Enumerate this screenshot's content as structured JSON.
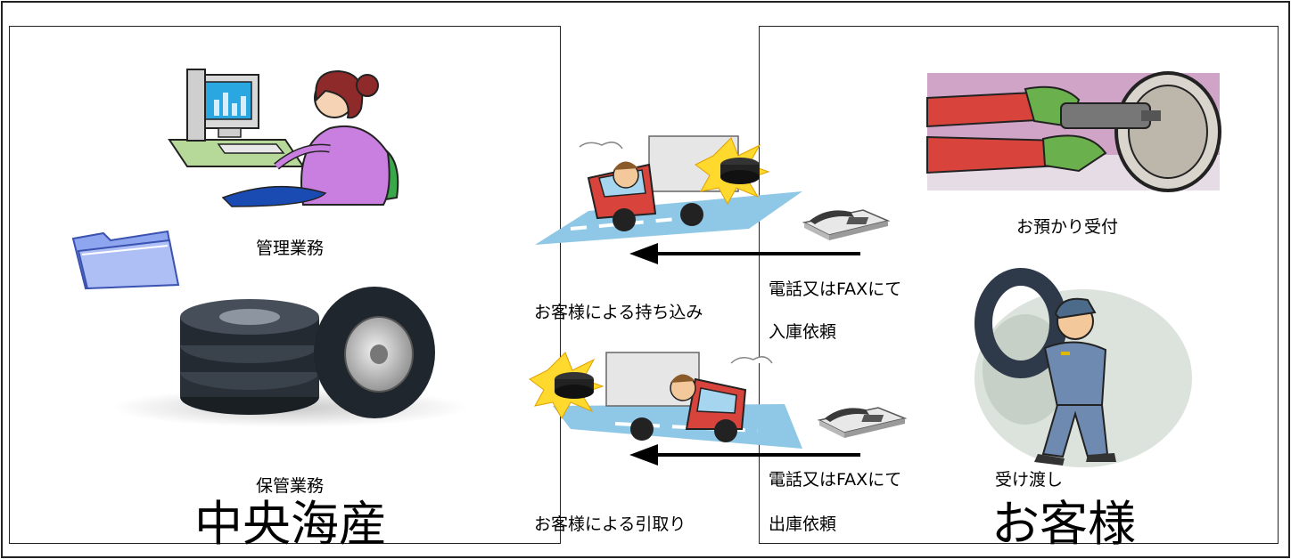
{
  "left": {
    "management_label": "管理業務",
    "storage_label": "保管業務",
    "company_name": "中央海産"
  },
  "middle": {
    "dropoff_label": "お客様による持ち込み",
    "pickup_label": "お客様による引取り"
  },
  "right": {
    "reception_label": "お預かり受付",
    "request_in_line1": "電話又はFAXにて",
    "request_in_line2": "入庫依頼",
    "request_out_line1": "電話又はFAXにて",
    "request_out_line2": "出庫依頼",
    "handover_label": "受け渡し",
    "customer_name": "お客様"
  },
  "icons": {
    "office_worker": "computer-worker-icon",
    "folder": "folder-icon",
    "tires": "tire-stack-icon",
    "truck": "truck-icon",
    "fax": "fax-icon",
    "tire_work": "tire-wrench-icon",
    "tire_carrier": "tire-carrier-icon"
  },
  "colors": {
    "road": "#8fc8e6",
    "truck_red": "#d8433c",
    "monitor_blue": "#2aa7e0",
    "worker_purple": "#c97fe0"
  }
}
